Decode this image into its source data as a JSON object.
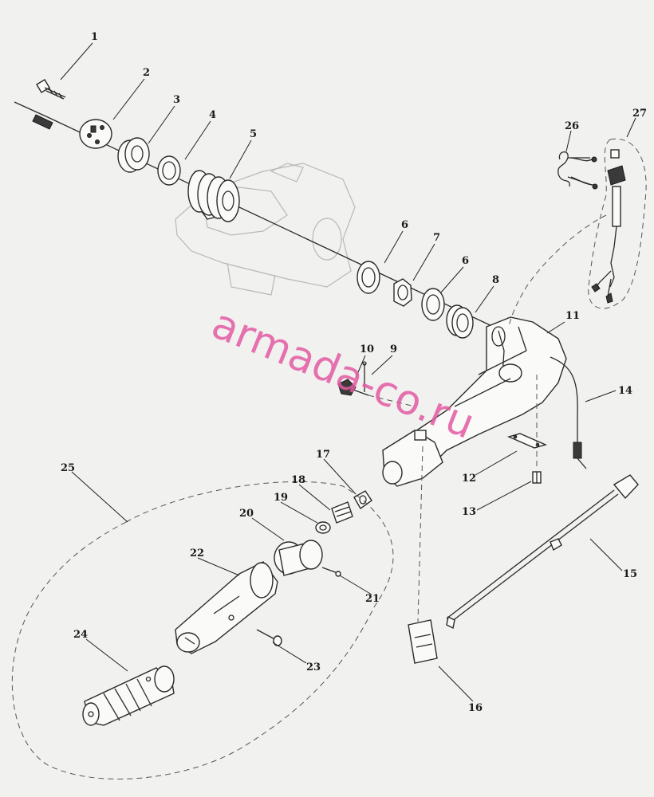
{
  "watermark": "armada-co.ru",
  "callouts": [
    "1",
    "2",
    "3",
    "4",
    "5",
    "6",
    "7",
    "6",
    "8",
    "9",
    "10",
    "11",
    "12",
    "13",
    "14",
    "15",
    "16",
    "17",
    "18",
    "19",
    "20",
    "21",
    "22",
    "23",
    "24",
    "25",
    "26",
    "27"
  ]
}
